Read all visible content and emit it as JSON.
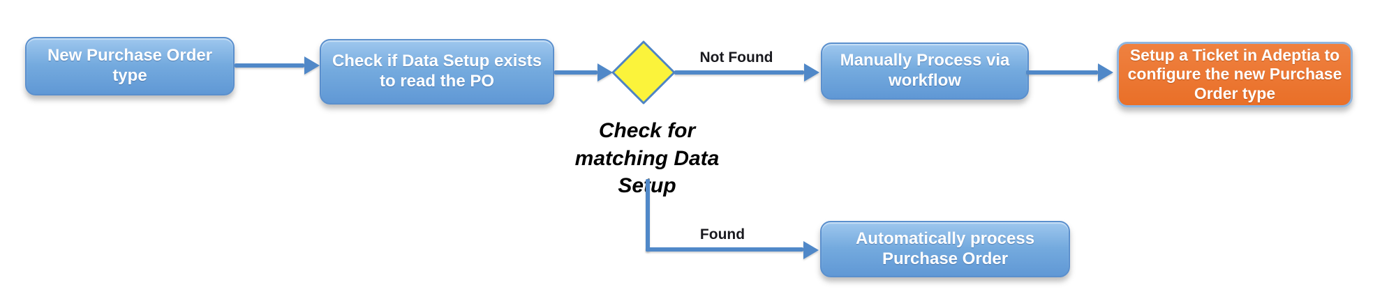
{
  "nodes": {
    "new_po": {
      "label": "New Purchase Order type"
    },
    "check_setup": {
      "label": "Check if Data Setup exists to read the PO"
    },
    "manual_process": {
      "label": "Manually Process via workflow"
    },
    "adeptia_ticket": {
      "label": "Setup a Ticket in Adeptia to configure the new Purchase Order type"
    },
    "auto_process": {
      "label": "Automatically process Purchase Order"
    }
  },
  "decision": {
    "caption": "Check for matching Data Setup"
  },
  "edges": {
    "not_found": {
      "label": "Not Found"
    },
    "found": {
      "label": "Found"
    }
  },
  "colors": {
    "process_fill_top": "#9EC7EE",
    "process_fill_mid": "#74AADE",
    "process_fill_bottom": "#6098D5",
    "process_border": "#5A8FCD",
    "alert_fill_top": "#EF8140",
    "alert_fill_bottom": "#E96F28",
    "alert_border": "#8FB6E0",
    "decision_fill": "#FBF33B",
    "decision_border": "#4E84C4",
    "connector": "#5088C8",
    "edge_label_text": "#1A1A1F",
    "node_text": "#FFFFFF"
  }
}
